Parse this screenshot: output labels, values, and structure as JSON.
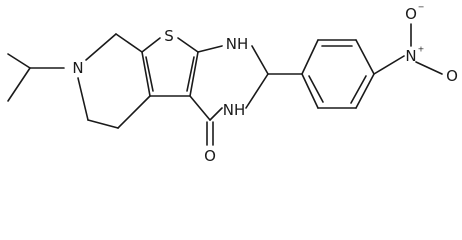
{
  "molecule": {
    "atoms": {
      "sulfur": "S",
      "amine_nh_top": "NH",
      "amine_nh_bottom": "NH",
      "ring_nitrogen": "N",
      "carbonyl_oxygen": "O",
      "nitro_nitrogen": "N",
      "nitro_charge_plus": "+",
      "nitro_oxygen_top": "O",
      "nitro_charge_minus": "−",
      "nitro_oxygen_right": "O"
    }
  }
}
